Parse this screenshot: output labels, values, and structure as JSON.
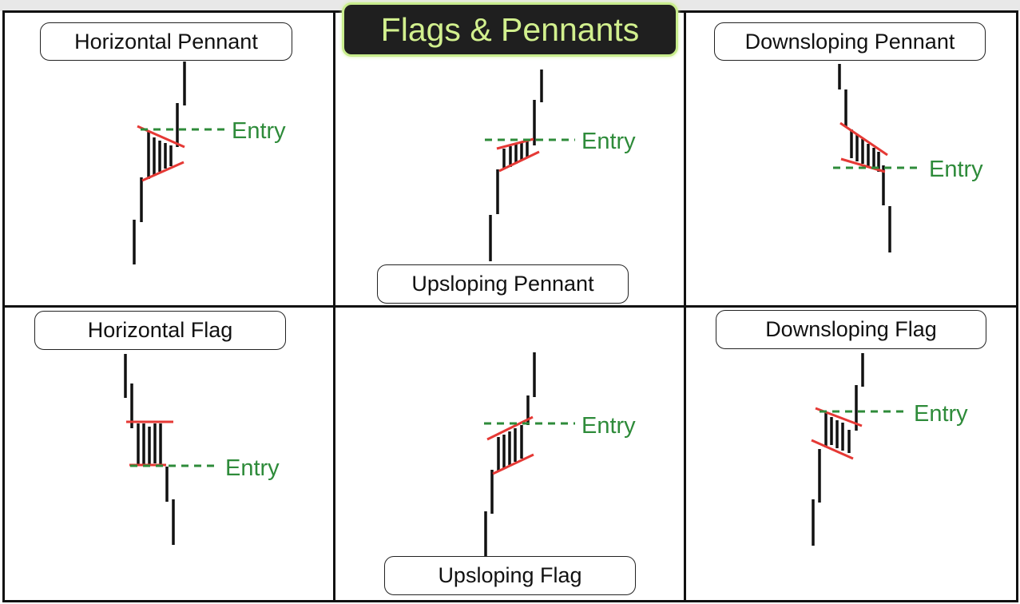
{
  "title": "Flags & Pennants",
  "entry_label": "Entry",
  "colors": {
    "bar": "#111111",
    "trendline": "#e53935",
    "entry_line": "#2e8b3a",
    "title_bg": "#1f1f1f",
    "title_text": "#d2f08e"
  },
  "panels": [
    {
      "label": "Horizontal Pennant"
    },
    {
      "label": "Upsloping Pennant"
    },
    {
      "label": "Downsloping Pennant"
    },
    {
      "label": "Horizontal Flag"
    },
    {
      "label": "Upsloping Flag"
    },
    {
      "label": "Downsloping Flag"
    }
  ]
}
